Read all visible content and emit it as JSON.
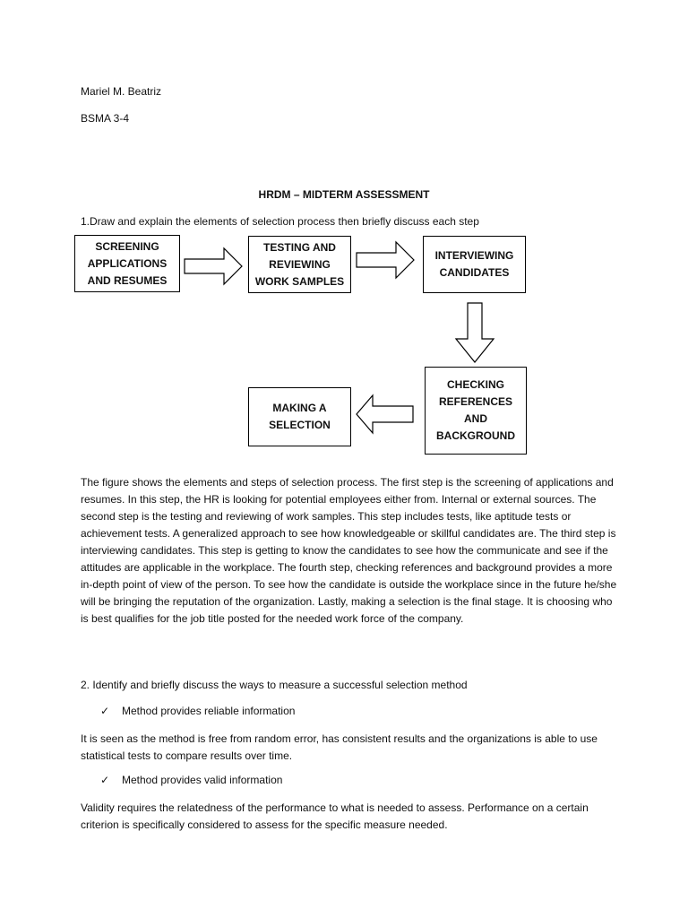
{
  "header": {
    "name": "Mariel M. Beatriz",
    "section": "BSMA 3-4"
  },
  "title": "HRDM – MIDTERM ASSESSMENT",
  "question1": "1.Draw and explain the elements of selection process then briefly discuss each step",
  "flowchart": {
    "step1": "SCREENING\nAPPLICATIONS\nAND RESUMES",
    "step2": "TESTING AND\nREVIEWING\nWORK SAMPLES",
    "step3": "INTERVIEWING\nCANDIDATES",
    "step4": "CHECKING\nREFERENCES\nAND\nBACKGROUND",
    "step5": "MAKING A\nSELECTION"
  },
  "answer1": "The figure shows the elements and steps of selection process. The first step is the screening of applications and resumes. In this step, the HR is looking for potential employees either from. Internal or external sources. The second step is the testing and reviewing of work samples. This step includes tests, like aptitude tests or achievement tests. A generalized approach to see how knowledgeable or skillful candidates are. The third step is interviewing candidates. This step is getting to know the candidates to see how the communicate and see if the attitudes are applicable in the workplace. The fourth step, checking references and background provides a more in-depth point of view of the person. To see how the candidate is outside the workplace since in the future he/she will be bringing the reputation of the organization. Lastly, making a selection is the final stage. It is choosing who is best qualifies for the job title posted for the needed work force of the company.",
  "question2": "2. Identify and briefly discuss the ways to measure a successful selection method",
  "items": [
    {
      "check": "✓",
      "label": "Method provides reliable information",
      "text": "It is seen as the method is free from random error, has consistent results and the organizations is able to use statistical tests to compare results over time."
    },
    {
      "check": "✓",
      "label": "Method provides valid information",
      "text": "Validity requires the relatedness of the performance to what is needed to assess. Performance on a certain criterion is specifically considered to assess for the specific measure needed."
    }
  ]
}
